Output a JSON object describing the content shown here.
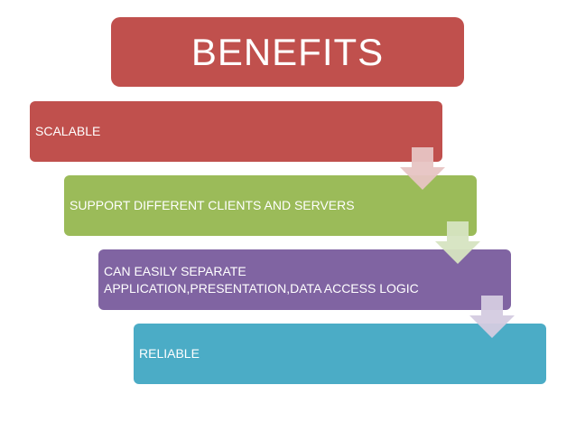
{
  "title": "BENEFITS",
  "steps": [
    {
      "lines": [
        "SCALABLE"
      ],
      "color": "#c0504d"
    },
    {
      "lines": [
        "SUPPORT DIFFERENT CLIENTS AND SERVERS"
      ],
      "color": "#9bbb59"
    },
    {
      "lines": [
        "CAN EASILY SEPARATE",
        "APPLICATION,PRESENTATION,DATA ACCESS LOGIC"
      ],
      "color": "#8064a2"
    },
    {
      "lines": [
        "RELIABLE"
      ],
      "color": "#4bacc6"
    }
  ],
  "arrow_colors": [
    "#e7c4c3",
    "#d6e4c1",
    "#d4cbe0"
  ]
}
